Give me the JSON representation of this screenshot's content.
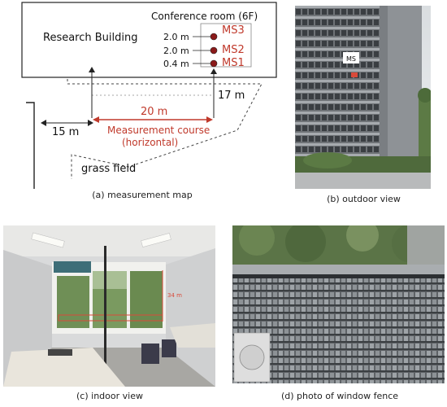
{
  "map": {
    "building_label": "Research Building",
    "room_label": "Conference room (6F)",
    "heights": [
      "2.0 m",
      "2.0 m",
      "0.4 m"
    ],
    "ms_labels": [
      "MS3",
      "MS2",
      "MS1"
    ],
    "dist_17": "17 m",
    "dist_20": "20 m",
    "dist_15": "15 m",
    "course_line1": "Measurement course",
    "course_line2": "(horizontal)",
    "grass_label": "grass field"
  },
  "photos": {
    "outdoor_tag": "MS",
    "indoor_height": "34 m"
  },
  "captions": {
    "a": "(a) measurement map",
    "b": "(b) outdoor view",
    "c": "(c) indoor view",
    "d": "(d) photo of window fence"
  },
  "colors": {
    "accent_red": "#c0392b",
    "marker_red": "#8b1a1a"
  }
}
